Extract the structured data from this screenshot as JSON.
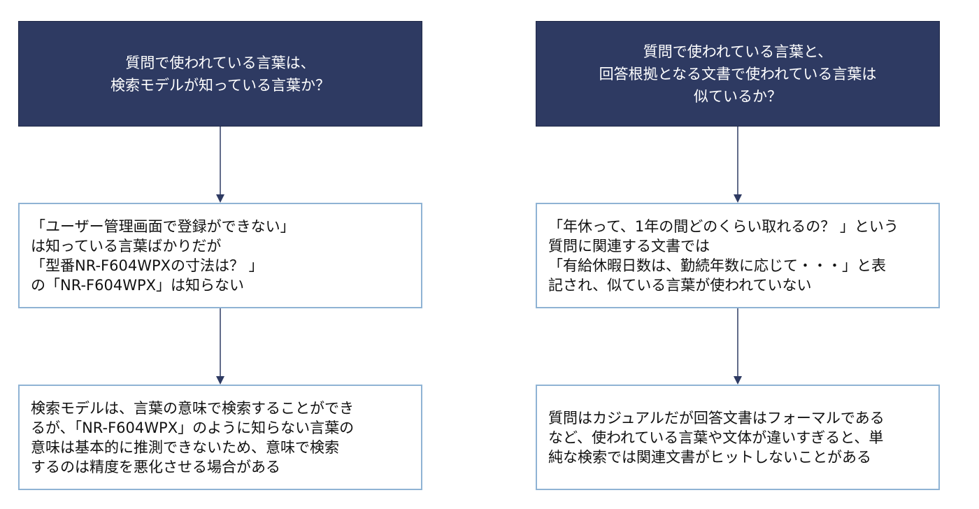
{
  "left": {
    "question": [
      "質問で使われている言葉は、",
      "検索モデルが知っている言葉か？"
    ],
    "example": [
      "「ユーザー管理画面で登録ができない」",
      "は知っている言葉ばかりだが",
      "「型番NR-F604WPXの寸法は？ 」",
      "の「NR-F604WPX」は知らない"
    ],
    "conclusion": [
      "検索モデルは、言葉の意味で検索することができ",
      "るが、「NR-F604WPX」のように知らない言葉の",
      "意味は基本的に推測できないため、意味で検索",
      "するのは精度を悪化させる場合がある"
    ]
  },
  "right": {
    "question": [
      "質問で使われている言葉と、",
      "回答根拠となる文書で使われている言葉は",
      "似ているか？"
    ],
    "example": [
      "「年休って、1年の間どのくらい取れるの？ 」という",
      "質問に関連する文書では",
      "「有給休暇日数は、勤続年数に応じて・・・」と表",
      "記され、似ている言葉が使われていない"
    ],
    "conclusion": [
      "質問はカジュアルだが回答文書はフォーマルである",
      "など、使われている言葉や文体が違いすぎると、単",
      "純な検索では関連文書がヒットしないことがある"
    ]
  },
  "colors": {
    "header_fill": "#2e3a62",
    "content_border": "#8fb3d4",
    "connector": "#2e3a62"
  }
}
